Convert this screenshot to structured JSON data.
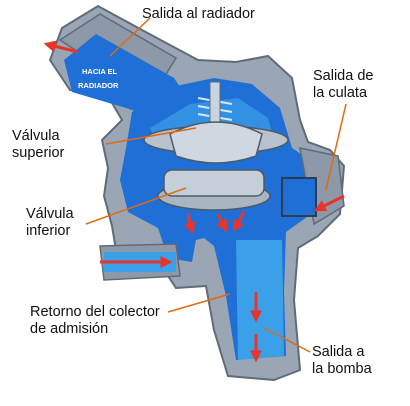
{
  "callouts": {
    "salida_radiador": "Salida al radiador",
    "salida_culata_1": "Salida de",
    "salida_culata_2": "la culata",
    "valvula_superior_1": "Válvula",
    "valvula_superior_2": "superior",
    "valvula_inferior_1": "Válvula",
    "valvula_inferior_2": "inferior",
    "retorno_1": "Retorno del colector",
    "retorno_2": "de admisión",
    "salida_bomba_1": "Salida a",
    "salida_bomba_2": "la bomba"
  },
  "housing_stamp": {
    "line1": "HACIA EL",
    "line2": "RADIADOR"
  },
  "colors": {
    "coolant": "#1f6fd6",
    "coolant_light": "#3aa0e8",
    "housing": "#9aa6b4",
    "housing_dark": "#5f6b78",
    "flow_arrow": "#e8352c",
    "leader_line": "#e06a10"
  }
}
